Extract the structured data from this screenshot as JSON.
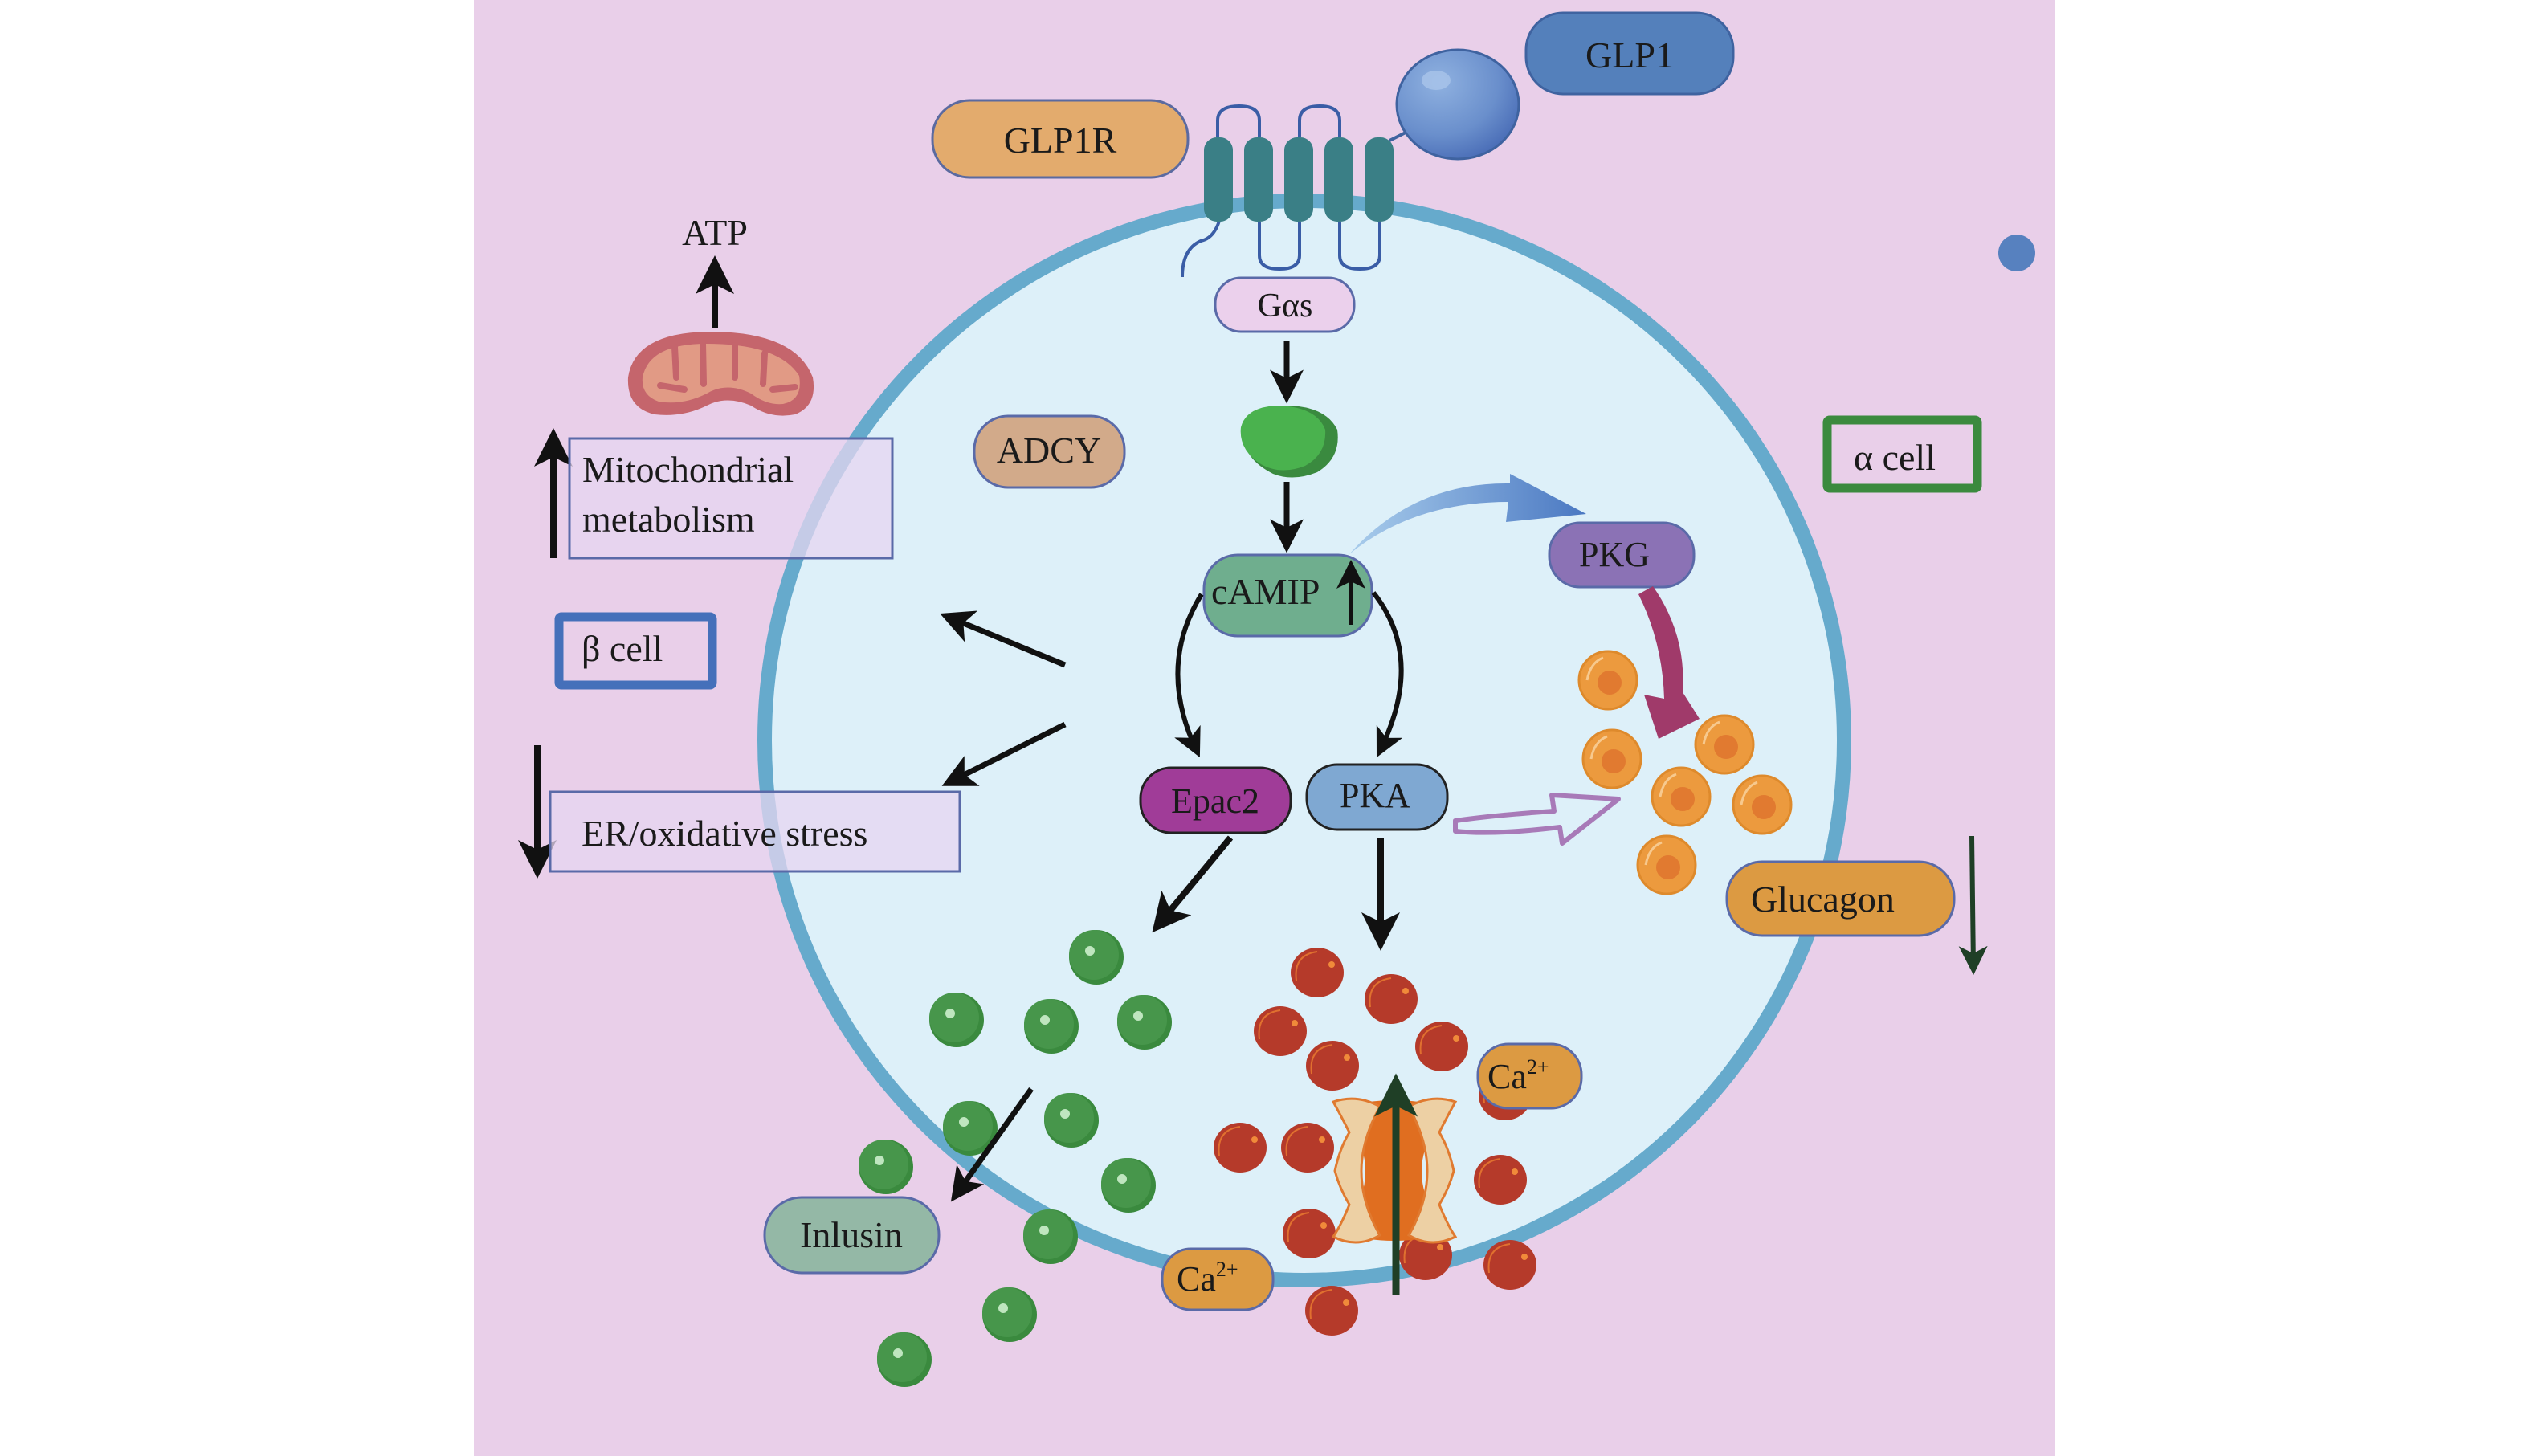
{
  "title": "GLP-1 receptor signaling in pancreatic islet cells",
  "colors": {
    "panel_bg": "#e9cfe9",
    "cell_fill": "#ddf0f9",
    "membrane": "#66aacc",
    "receptor": "#3a7f86",
    "glp1_ball": "#6a8fcc",
    "insulin_granule": "#46944a",
    "calcium_ion": "#b53a2a",
    "glucagon_granule": "#ec9a3e",
    "beta_cell_border": "#4570ba",
    "alpha_cell_border": "#3b8a3e"
  },
  "labels": {
    "glp1": "GLP1",
    "glp1r": "GLP1R",
    "gas": "Gαs",
    "atp": "ATP",
    "adcy": "ADCY",
    "mito_line1": "Mitochondrial",
    "mito_line2": "metabolism",
    "beta_cell": "β cell",
    "alpha_cell": "α cell",
    "er_stress": "ER/oxidative stress",
    "camp": "cAMIP",
    "pkg": "PKG",
    "epac2": "Epac2",
    "pka": "PKA",
    "glucagon": "Glucagon",
    "insulin": "Inlusin",
    "ca_base": "Ca",
    "ca_sup": "2+"
  },
  "regulation": {
    "mitochondrial_metabolism": "up",
    "atp": "up",
    "er_oxidative_stress": "down",
    "camp": "up",
    "glucagon": "down",
    "calcium_influx": "up"
  },
  "pathway_edges": [
    {
      "from": "GLP1",
      "to": "GLP1R"
    },
    {
      "from": "GLP1R",
      "to": "Gαs"
    },
    {
      "from": "Gαs",
      "to": "ADCY"
    },
    {
      "from": "ADCY",
      "to": "cAMIP"
    },
    {
      "from": "cAMIP",
      "to": "PKG"
    },
    {
      "from": "cAMIP",
      "to": "Epac2"
    },
    {
      "from": "cAMIP",
      "to": "PKA"
    },
    {
      "from": "PKG",
      "to": "Glucagon granules"
    },
    {
      "from": "PKA",
      "to": "Glucagon granules"
    },
    {
      "from": "Epac2",
      "to": "Insulin granules"
    },
    {
      "from": "PKA",
      "to": "Ca2+"
    },
    {
      "from": "Insulin granules",
      "to": "Inlusin"
    }
  ]
}
